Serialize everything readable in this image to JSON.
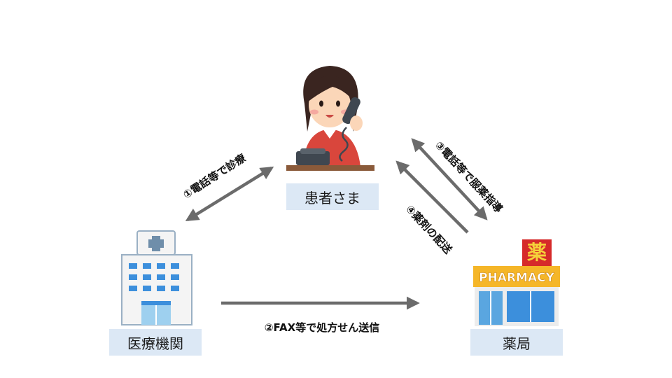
{
  "nodes": {
    "patient": "患者さま",
    "hospital": "医療機関",
    "pharmacy": "薬局"
  },
  "edges": {
    "step1": "①電話等で診療",
    "step2": "②FAX等で処方せん送信",
    "step3": "③電話等で服薬指導",
    "step4": "④薬剤の配送"
  },
  "illustrations": {
    "pharmacy_sign": "PHARMACY",
    "pharmacy_kanji": "薬"
  },
  "colors": {
    "arrow": "#6b6b6b",
    "label_bg": "#dce8f5"
  }
}
